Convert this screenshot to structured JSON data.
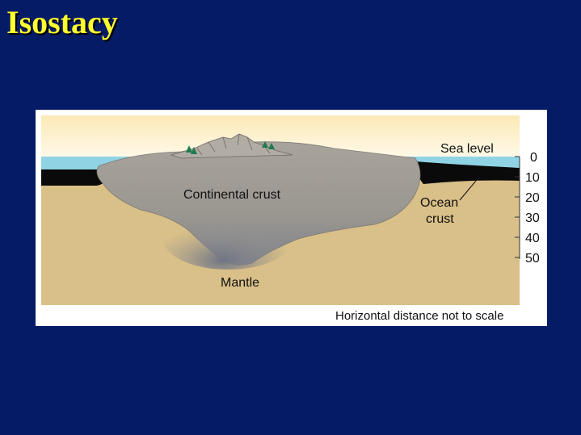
{
  "slide": {
    "title": "Isostacy"
  },
  "diagram": {
    "labels": {
      "sea_level": "Sea level",
      "continental_crust": "Continental crust",
      "ocean_crust_line1": "Ocean",
      "ocean_crust_line2": "crust",
      "mantle": "Mantle",
      "footnote": "Horizontal distance not to scale"
    },
    "depth_scale": [
      "0",
      "10",
      "20",
      "30",
      "40",
      "50"
    ],
    "colors": {
      "sky": "#fbeab8",
      "sea": "#8fd3e4",
      "mantle": "#d9bf88",
      "crust": "#a19c93",
      "ocean_crust": "#0a0a0a",
      "trees": "#1f7a50"
    }
  }
}
